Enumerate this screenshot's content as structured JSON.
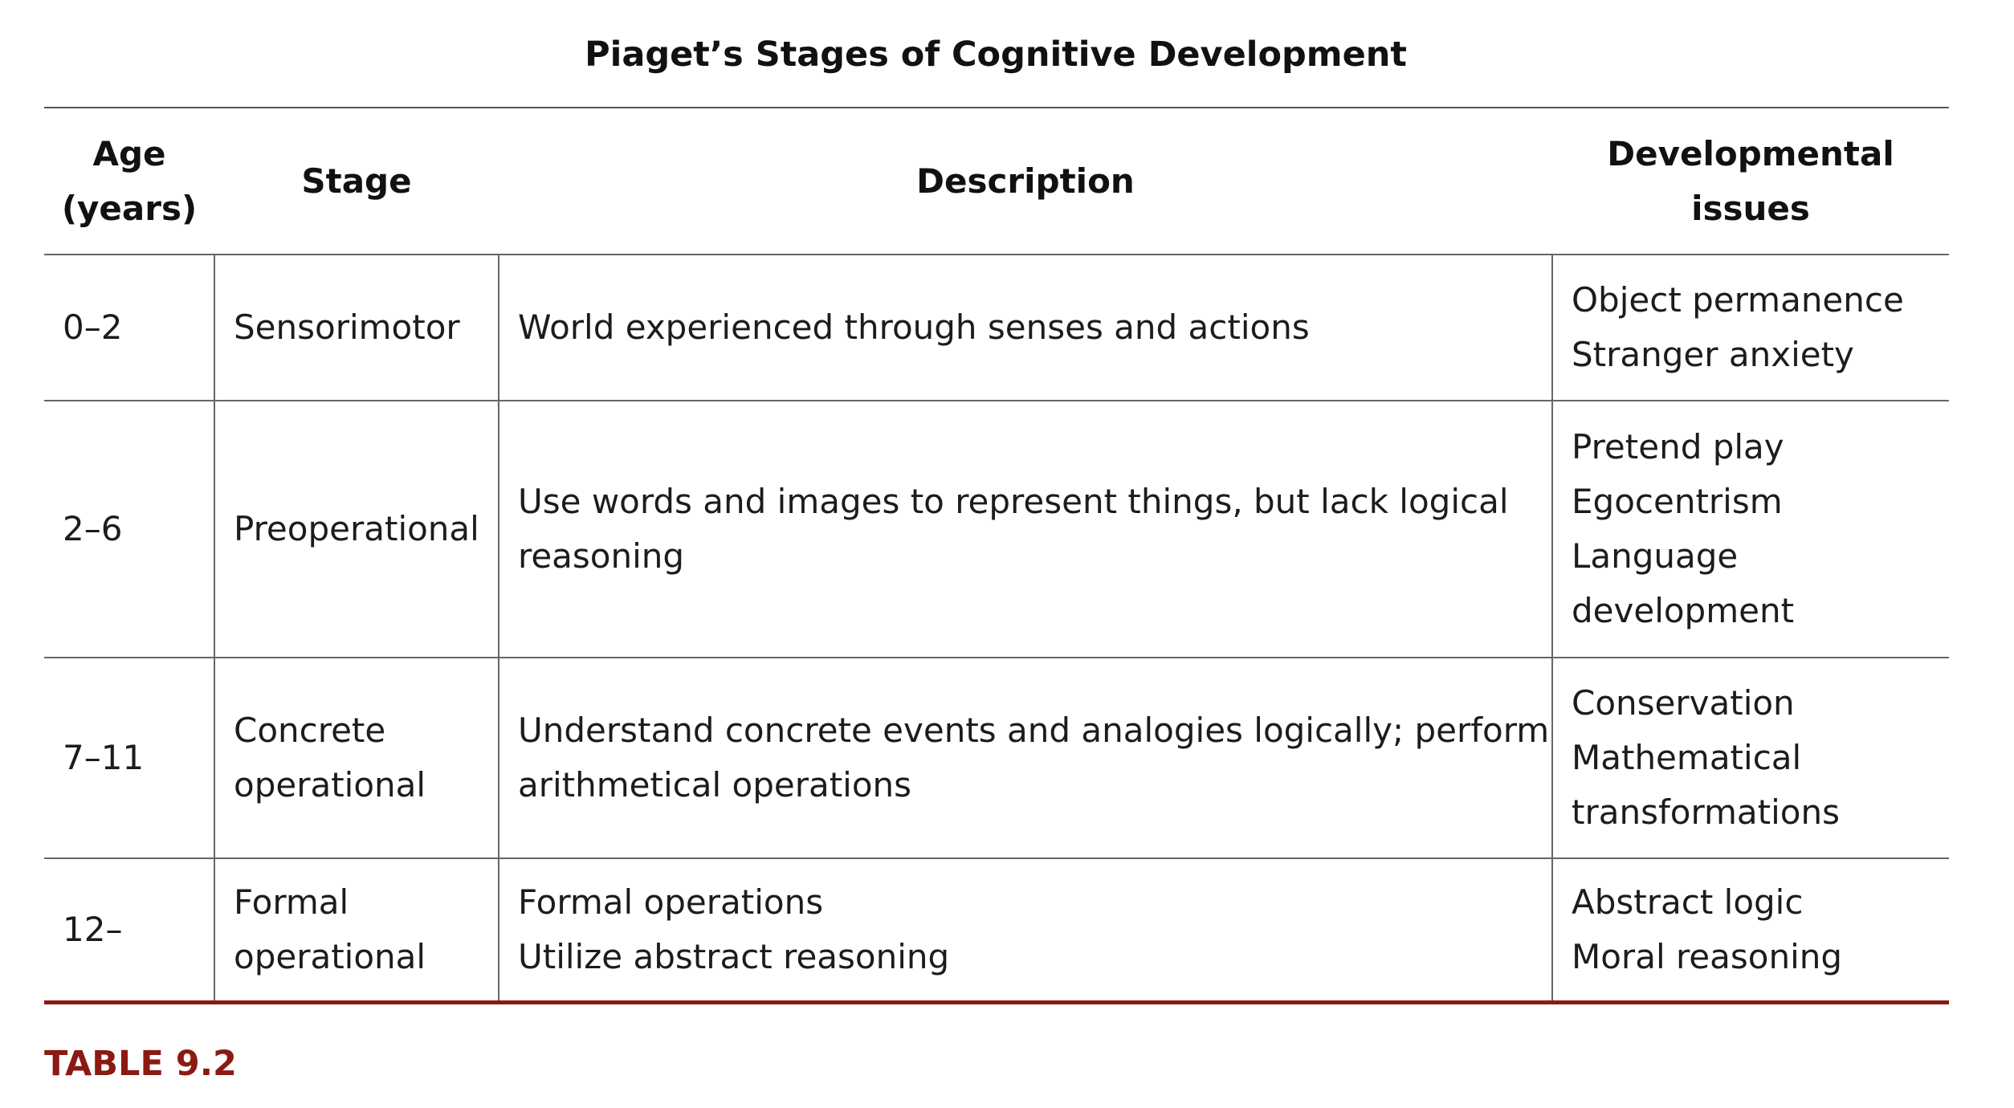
{
  "title": "Piaget’s Stages of Cognitive Development",
  "headers": {
    "age": [
      "Age",
      "(years)"
    ],
    "stage": "Stage",
    "description": "Description",
    "issues": [
      "Developmental",
      "issues"
    ]
  },
  "rows": [
    {
      "age": "0–2",
      "stage": [
        "Sensorimotor"
      ],
      "description": [
        "World experienced through senses and actions"
      ],
      "issues": [
        "Object permanence",
        "Stranger anxiety"
      ]
    },
    {
      "age": "2–6",
      "stage": [
        "Preoperational"
      ],
      "description": [
        "Use words and images to represent things, but lack logical",
        "reasoning"
      ],
      "issues": [
        "Pretend play",
        "Egocentrism",
        "Language",
        "development"
      ]
    },
    {
      "age": "7–11",
      "stage": [
        "Concrete",
        "operational"
      ],
      "description": [
        "Understand concrete events and analogies logically; perform",
        "arithmetical operations"
      ],
      "issues": [
        "Conservation",
        "Mathematical",
        "transformations"
      ]
    },
    {
      "age": "12–",
      "stage": [
        "Formal",
        "operational"
      ],
      "description": [
        "Formal operations",
        "Utilize abstract reasoning"
      ],
      "issues": [
        "Abstract logic",
        "Moral reasoning"
      ]
    }
  ],
  "table_label": "TABLE 9.2",
  "colors": {
    "accent": "#8b1a12",
    "rule": "#666666",
    "text": "#1c1c1c"
  }
}
